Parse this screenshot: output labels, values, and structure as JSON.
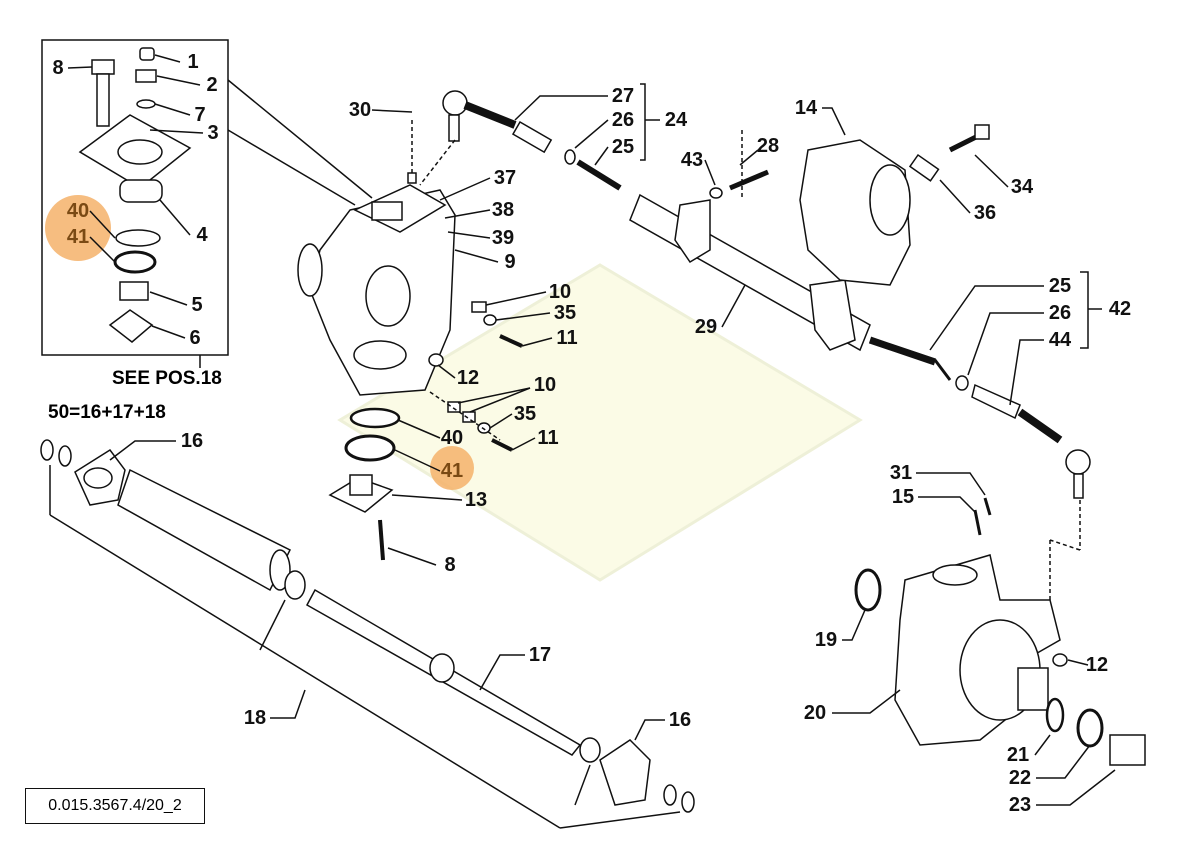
{
  "diagram": {
    "reference_code": "0.015.3567.4/20_2",
    "see_note": "SEE POS.18",
    "assembly_formula": "50=16+17+18",
    "highlight_color": "#f4b26a",
    "labels": [
      "1",
      "2",
      "7",
      "8",
      "3",
      "40",
      "41",
      "4",
      "5",
      "6",
      "30",
      "37",
      "38",
      "39",
      "9",
      "10",
      "35",
      "11",
      "12",
      "10",
      "35",
      "11",
      "40",
      "41",
      "13",
      "8",
      "27",
      "26",
      "25",
      "24",
      "43",
      "28",
      "14",
      "34",
      "36",
      "29",
      "25",
      "26",
      "44",
      "42",
      "16",
      "17",
      "18",
      "16",
      "31",
      "15",
      "19",
      "12",
      "20",
      "21",
      "22",
      "23"
    ]
  }
}
